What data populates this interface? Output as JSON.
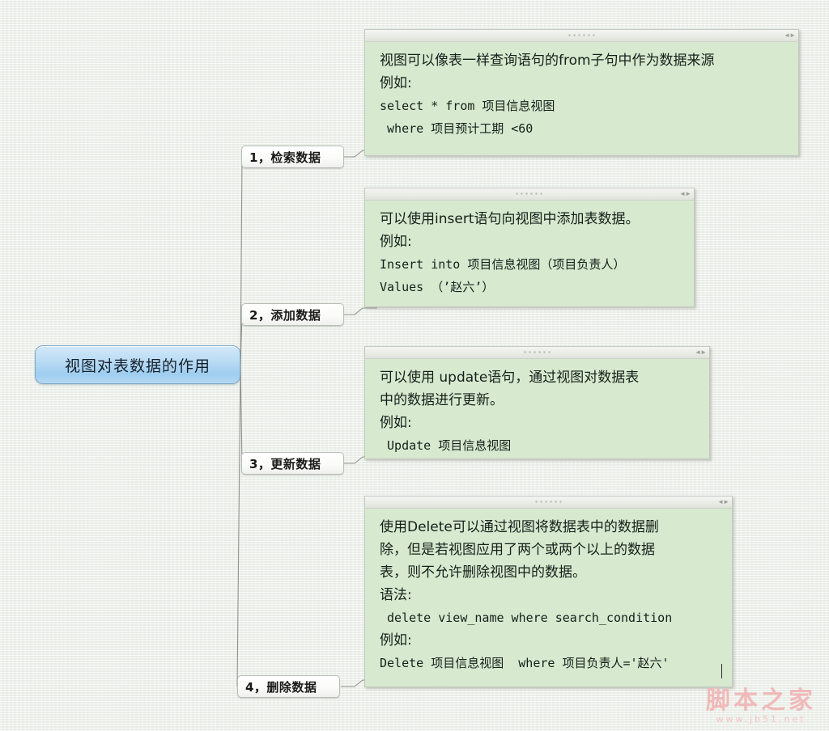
{
  "background": {
    "color": "#eef1ec"
  },
  "colors": {
    "root_fill": "#9ecdf0",
    "root_border": "#7fa9c9",
    "note_fill": "#d7e9cf",
    "note_header": "#e9ebe5",
    "branch_fill": "#fbfbf9",
    "edge_line": "#8f938c",
    "watermark": "#f0b9b9"
  },
  "root": {
    "label": "视图对表数据的作用"
  },
  "branches": [
    {
      "label": "1，检索数据",
      "note": {
        "resize_icon": "resize-handle-icon",
        "lines": [
          {
            "text": "视图可以像表一样查询语句的from子句中作为数据来源",
            "mono": false
          },
          {
            "text": "例如:",
            "mono": false
          },
          {
            "text": "select * from 项目信息视图",
            "mono": true
          },
          {
            "text": " where 项目预计工期 <60",
            "mono": true
          }
        ]
      }
    },
    {
      "label": "2，添加数据",
      "note": {
        "resize_icon": "resize-handle-icon",
        "lines": [
          {
            "text": "可以使用insert语句向视图中添加表数据。",
            "mono": false
          },
          {
            "text": "例如:",
            "mono": false
          },
          {
            "text": "Insert into 项目信息视图（项目负责人）",
            "mono": true
          },
          {
            "text": "Values （’赵六’）",
            "mono": true
          }
        ]
      }
    },
    {
      "label": "3，更新数据",
      "note": {
        "resize_icon": "resize-handle-icon",
        "lines": [
          {
            "text": "可以使用 update语句，通过视图对数据表",
            "mono": false
          },
          {
            "text": "中的数据进行更新。",
            "mono": false
          },
          {
            "text": "例如:",
            "mono": false
          },
          {
            "text": " Update 项目信息视图",
            "mono": true
          }
        ]
      }
    },
    {
      "label": "4，删除数据",
      "note": {
        "resize_icon": "resize-handle-icon",
        "has_caret": true,
        "lines": [
          {
            "text": "使用Delete可以通过视图将数据表中的数据删",
            "mono": false
          },
          {
            "text": "除，但是若视图应用了两个或两个以上的数据",
            "mono": false
          },
          {
            "text": "表，则不允许删除视图中的数据。",
            "mono": false
          },
          {
            "text": "语法:",
            "mono": false
          },
          {
            "text": " delete view_name where search_condition",
            "mono": true
          },
          {
            "text": "例如:",
            "mono": false
          },
          {
            "text": "Delete 项目信息视图  where 项目负责人='赵六'",
            "mono": true
          }
        ]
      }
    }
  ],
  "watermark": {
    "main": "脚本之家",
    "sub": "www.jb51.net"
  }
}
